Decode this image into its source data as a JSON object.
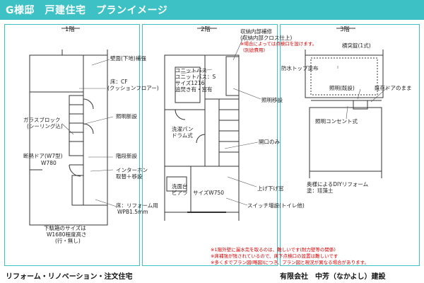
{
  "header": {
    "title": "G様邸　戸建住宅　プランイメージ",
    "bar_color": "#3dc1c4"
  },
  "floors": {
    "f1": "1階",
    "f2": "2階",
    "f3": "3階"
  },
  "floor1_labels": {
    "wall": "壁面(下地)補強",
    "floor": "床：CF",
    "floor2": "(クッションフロアー)",
    "glass1": "ガラスブロック",
    "glass2": "(シーリング込)",
    "lighting": "照明新設",
    "door1": "断熱ドア(W7型)",
    "door2": "W780",
    "stairs": "階段新設",
    "intercom1": "インターホン",
    "intercom2": "取替＋移設",
    "reform1": "床：リフォーム用",
    "reform2": "WPB1.5mm",
    "shoe1": "下駄箱のサイズは",
    "shoe2": "W1680程度高さ",
    "shoe3": "(行・無し)"
  },
  "floor2_labels": {
    "storage1": "収納内部補修",
    "storage2": "(収納内部クロス仕上)",
    "storage_note1": "※場合によっては点検口を設けます。",
    "storage_note2": "(別途費用)",
    "bath1": "ユニットバス",
    "bath2": "ユニットバス：S",
    "bath3": "サイズ1216",
    "bath4": "追焚き有・窓有",
    "lighting": "照明移設",
    "washer1": "洗濯パン",
    "washer2": "ドラム式",
    "opening": "開口のみ",
    "sink1": "洗面台",
    "sink2": "ピアラ　サイズW750",
    "window": "上げ下げ窓",
    "switch": "スイッチ増設(トイレ他)"
  },
  "floor3_labels": {
    "skylight": "横突錠(1式)",
    "roof": "防水トップ塗布",
    "lighting": "照明(既設)",
    "door": "既存ドアのまま",
    "outlet": "照明コンセント式",
    "diy1": "奥様によるDIYリフォーム",
    "diy2": "塗：珪藻土"
  },
  "notes": [
    "※1階外壁に漏水完を取るのは、難しいです(耐力壁等の関係)",
    "※床補強が残されているので、床下点検口の設置は難しいです",
    "※多くまでプラン図(略図)につき、プラン図と現況が異なる場合があります。"
  ],
  "footer": {
    "left": "リフォーム・リノベーション・注文住宅",
    "right": "有限会社　中芳（なかよし）建設"
  }
}
